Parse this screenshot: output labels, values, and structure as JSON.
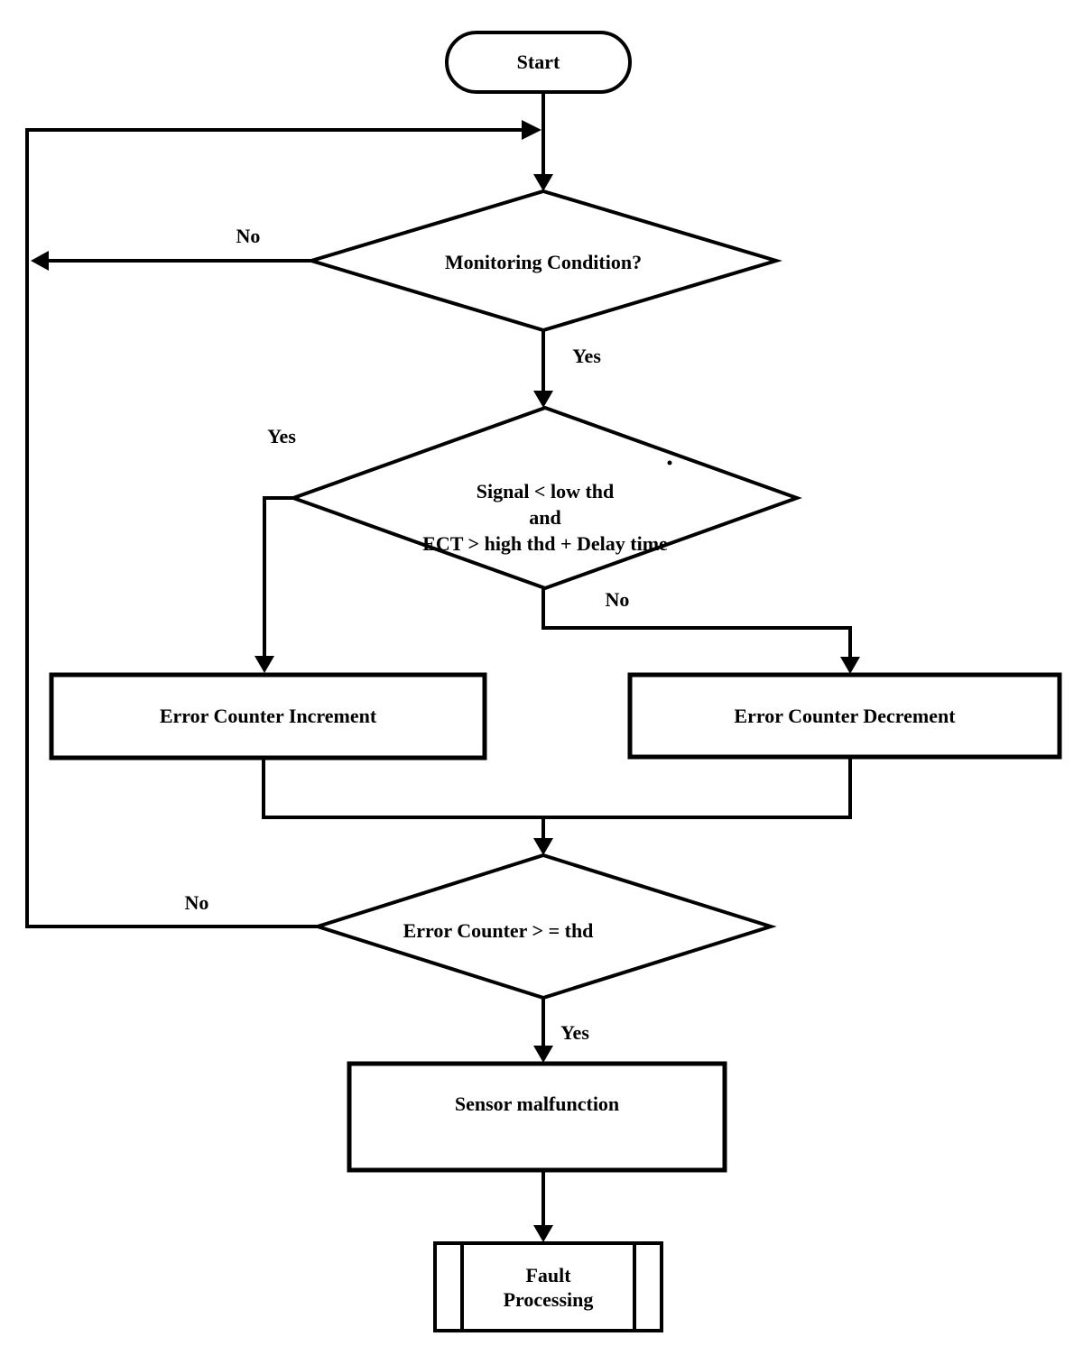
{
  "colors": {
    "ink": "#000000",
    "paper": "#ffffff"
  },
  "nodes": {
    "start": {
      "type": "terminator",
      "label": "Start"
    },
    "monitoring": {
      "type": "decision",
      "label": "Monitoring Condition?"
    },
    "signal": {
      "type": "decision",
      "line1": "Signal < low thd",
      "line2": "and",
      "line3": "ECT > high thd + Delay time"
    },
    "increment": {
      "type": "process",
      "label": "Error Counter Increment"
    },
    "decrement": {
      "type": "process",
      "label": "Error Counter Decrement"
    },
    "threshold": {
      "type": "decision",
      "label": "Error Counter > = thd"
    },
    "malfunction": {
      "type": "process",
      "label": "Sensor malfunction"
    },
    "fault": {
      "type": "predefined_process",
      "line1": "Fault",
      "line2": "Processing"
    }
  },
  "edges": {
    "monitoring_no": "No",
    "monitoring_yes": "Yes",
    "signal_yes": "Yes",
    "signal_no": "No",
    "threshold_no": "No",
    "threshold_yes": "Yes"
  }
}
